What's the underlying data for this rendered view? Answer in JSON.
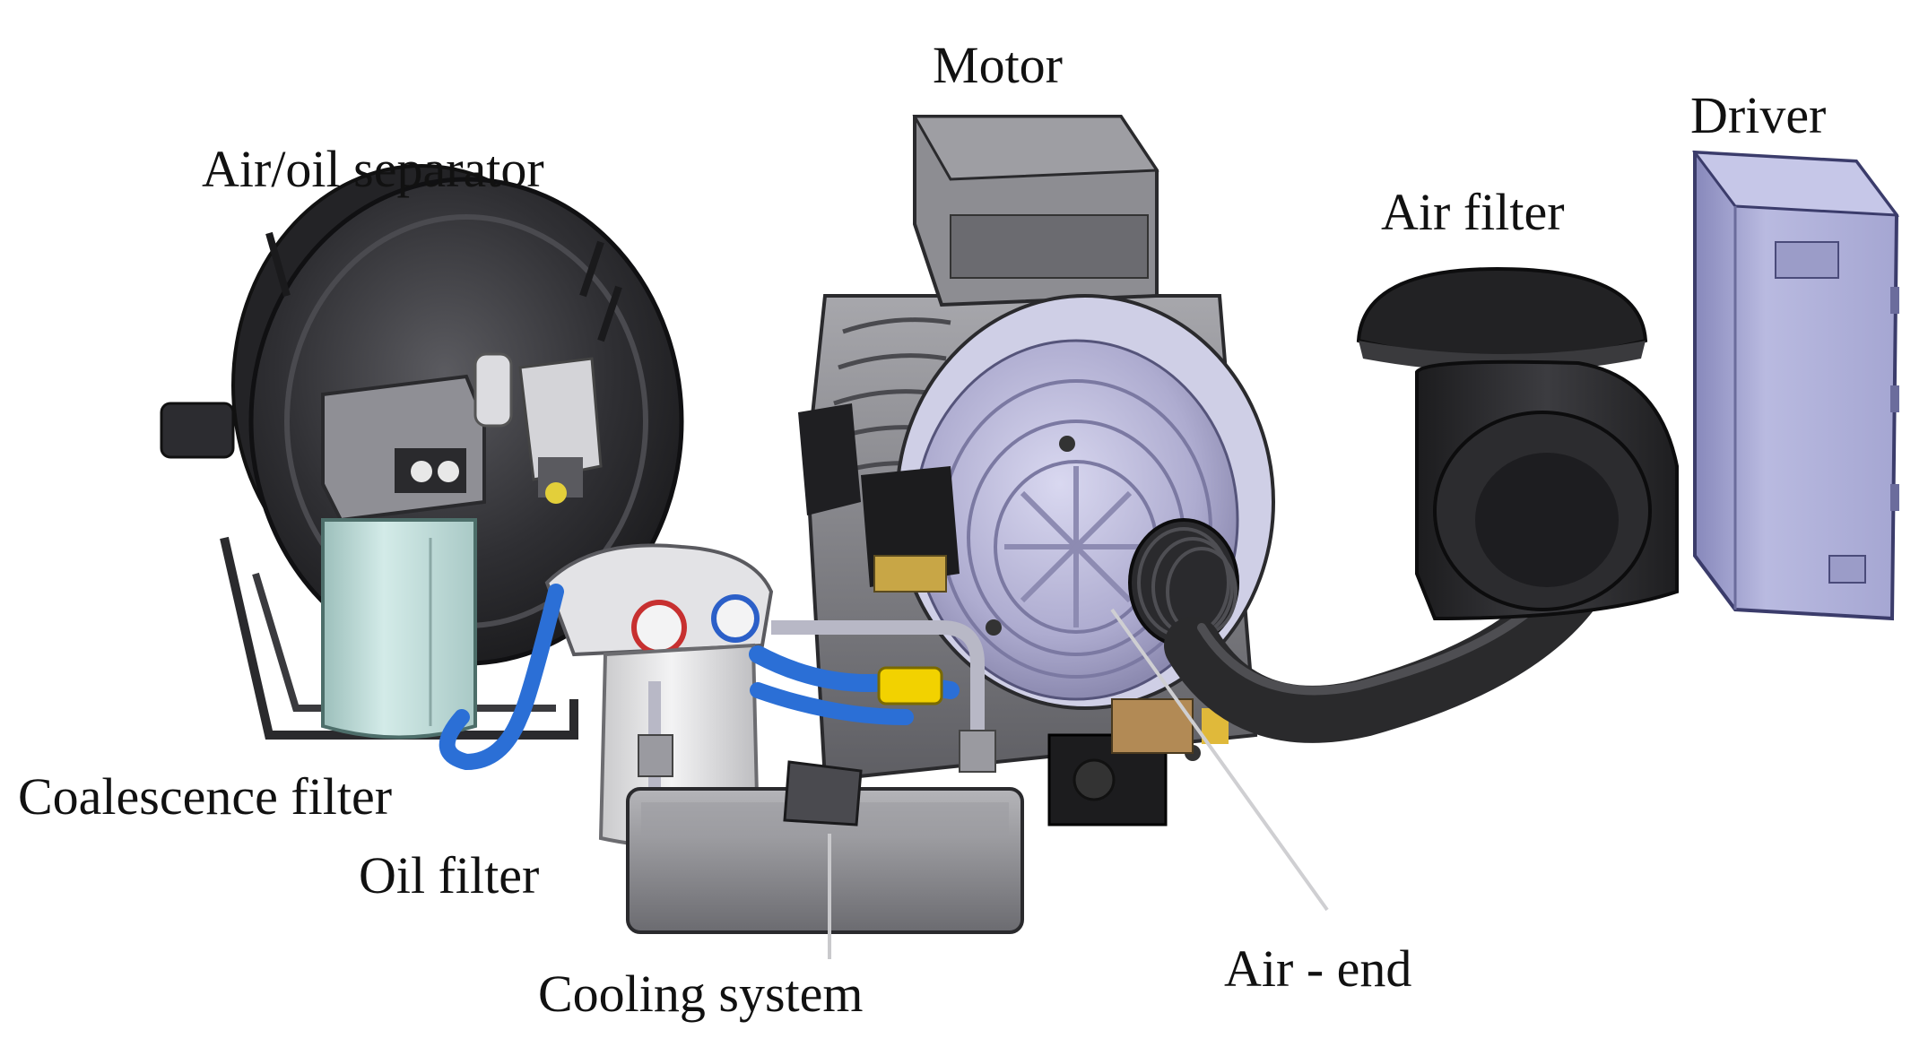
{
  "labels": {
    "motor": "Motor",
    "driver": "Driver",
    "air_oil_separator": "Air/oil separator",
    "air_filter": "Air filter",
    "coalescence_filter": "Coalescence filter",
    "oil_filter": "Oil filter",
    "cooling_system": "Cooling system",
    "air_end": "Air - end"
  },
  "colors": {
    "metal_dark": "#2e2e31",
    "metal_mid": "#6f6f74",
    "lavender": "#b7b6d8",
    "driver_box": "#a9aad4",
    "filter_cyan": "#bfd9d6",
    "hose_blue": "#2b6fd6",
    "yellow": "#f2d200"
  }
}
